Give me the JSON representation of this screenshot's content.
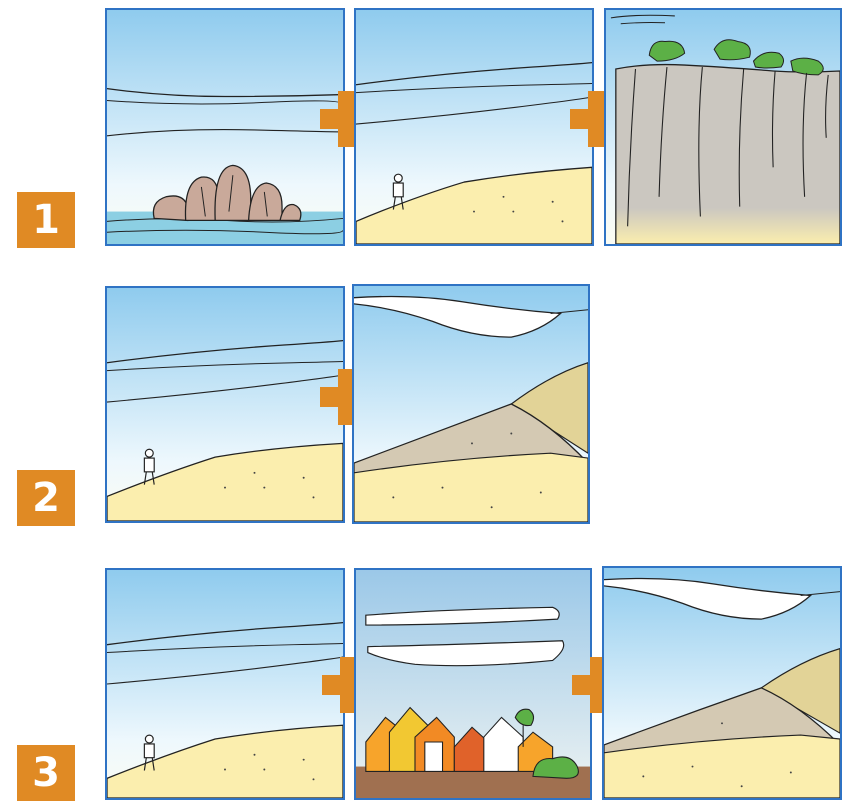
{
  "rows": [
    {
      "number": "1",
      "panels": [
        "rock-islet",
        "dune-with-figure",
        "cliff-face"
      ]
    },
    {
      "number": "2",
      "panels": [
        "dune-with-figure",
        "cloud-over-hills"
      ]
    },
    {
      "number": "3",
      "panels": [
        "dune-with-figure",
        "village-houses",
        "cloud-over-hills"
      ]
    }
  ],
  "colors": {
    "badge": "#e08a24",
    "plus": "#e08a24",
    "panel_border": "#2f73c4",
    "sky_light": "#eaf6fd",
    "sky_dark": "#9fd2ef",
    "sand": "#fbeeae",
    "hill": "#d4c9b3",
    "hill_far": "#e2d397",
    "cliff": "#cbc7c0",
    "foliage": "#5cb046",
    "water": "#8ccfe3",
    "rock": "#c9a99a",
    "ground": "#a07050"
  },
  "icons": [
    "plus-icon",
    "figure-icon",
    "cloud-icon",
    "house-icon"
  ]
}
